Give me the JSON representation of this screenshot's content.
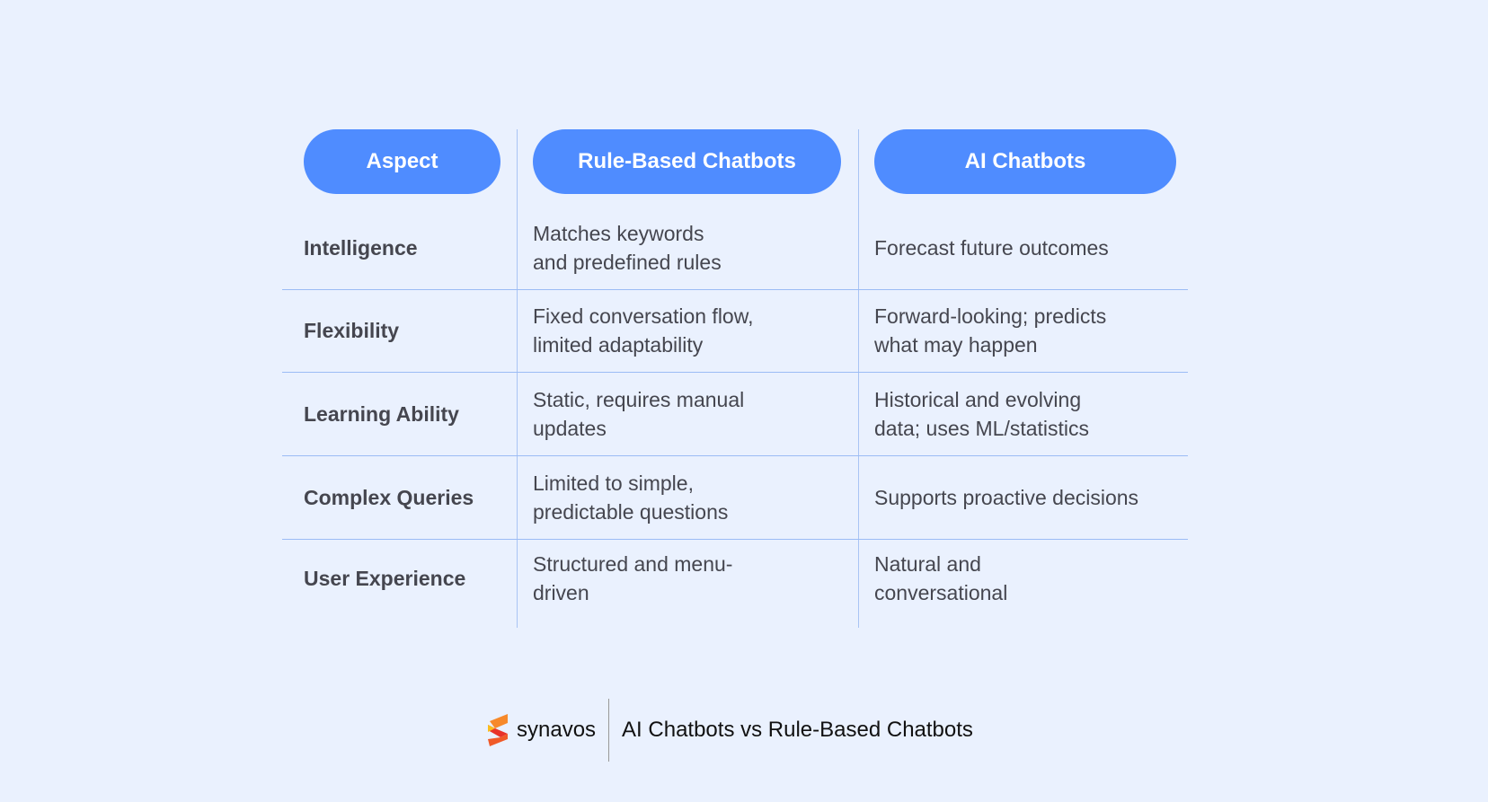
{
  "table": {
    "headers": [
      "Aspect",
      "Rule-Based Chatbots",
      "AI Chatbots"
    ],
    "rows": [
      {
        "aspect": "Intelligence",
        "rule_based": "Matches keywords\nand predefined rules",
        "ai": "Forecast future outcomes"
      },
      {
        "aspect": "Flexibility",
        "rule_based": "Fixed conversation flow,\nlimited adaptability",
        "ai": "Forward-looking; predicts\nwhat may happen"
      },
      {
        "aspect": "Learning Ability",
        "rule_based": "Static, requires manual\nupdates",
        "ai": "Historical and evolving\ndata; uses ML/statistics"
      },
      {
        "aspect": "Complex Queries",
        "rule_based": "Limited to simple,\npredictable questions",
        "ai": "Supports proactive decisions"
      },
      {
        "aspect": "User Experience",
        "rule_based": "Structured and menu-\ndriven",
        "ai": "Natural and\nconversational"
      }
    ]
  },
  "footer": {
    "brand": "synavos",
    "title": "AI Chatbots vs Rule-Based Chatbots"
  },
  "colors": {
    "background": "#eaf1fe",
    "header_pill": "#4f8cff",
    "grid_line": "#9bbcf5",
    "text": "#45464f"
  }
}
